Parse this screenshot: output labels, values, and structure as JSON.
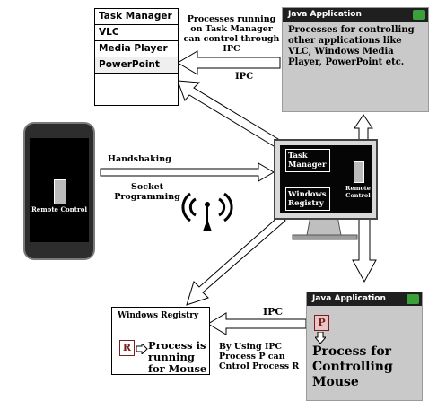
{
  "task_manager": {
    "title": "Task Manager",
    "items": [
      "VLC",
      "Media Player",
      "PowerPoint"
    ]
  },
  "notes": {
    "processes_running": "Processes running on Task Manager can control through IPC",
    "ipc_top": "IPC",
    "handshaking": "Handshaking",
    "socket": "Socket Programming",
    "ipc_bottom": "IPC",
    "by_using_ipc": "By Using IPC Process P can Cntrol Process R"
  },
  "java_top": {
    "title": "Java Application",
    "body": "Processes for controlling other applications like VLC, Windows Media Player, PowerPoint etc."
  },
  "phone": {
    "app_label": "Remote Control"
  },
  "monitor": {
    "task_manager": "Task Manager",
    "registry": "Windows Registry",
    "remote": "Remote Control"
  },
  "registry_panel": {
    "title": "Windows Registry",
    "badge": "R",
    "text": "Process is running for Mouse"
  },
  "java_bottom": {
    "title": "Java Application",
    "badge": "P",
    "text": "Process for Controlling Mouse"
  }
}
